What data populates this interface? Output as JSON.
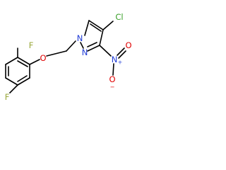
{
  "molecule": {
    "atoms": {
      "f_top": {
        "text": "F",
        "color": "#9aa83a"
      },
      "f_bottom": {
        "text": "F",
        "color": "#9aa83a"
      },
      "o_ether": {
        "text": "O",
        "color": "#e00000"
      },
      "n_ring_1": {
        "text": "N",
        "color": "#1f3bd6"
      },
      "n_ring_2": {
        "text": "N",
        "color": "#1f3bd6"
      },
      "cl": {
        "text": "Cl",
        "color": "#3aa02a"
      },
      "n_nitro": {
        "text": "N",
        "color": "#1f3bd6"
      },
      "n_nitro_charge": {
        "text": "+",
        "color": "#1f3bd6"
      },
      "o_nitro_double": {
        "text": "O",
        "color": "#e00000"
      },
      "o_nitro_single": {
        "text": "O",
        "color": "#e00000"
      },
      "o_nitro_charge": {
        "text": "−",
        "color": "#e00000"
      }
    },
    "bond_color": "#000000"
  }
}
